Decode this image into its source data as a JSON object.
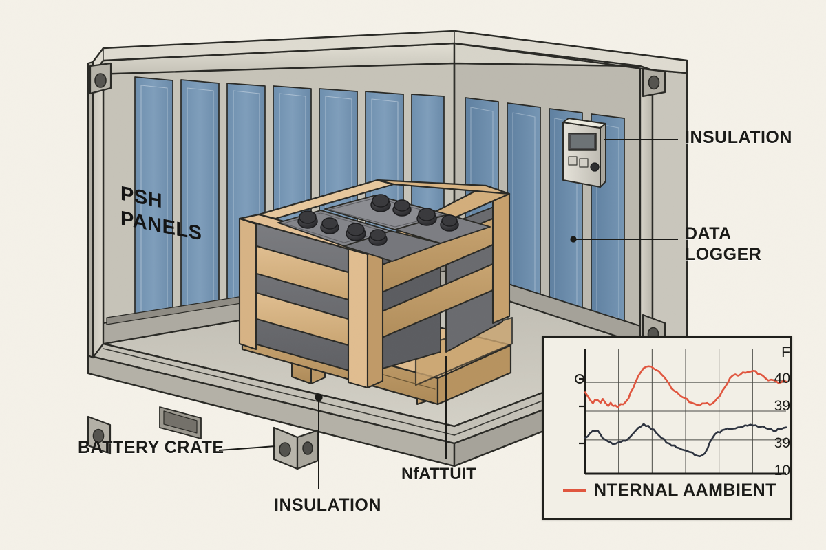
{
  "scene": {
    "background_color": "#f4f1e8",
    "title": "Insulated shipping container cutaway with battery crate"
  },
  "callouts": [
    {
      "id": "psh-panels",
      "text": "PSH\nPANELS",
      "position": "left-wall"
    },
    {
      "id": "insulation-right",
      "text": "INSULATION",
      "position": "right"
    },
    {
      "id": "data-logger",
      "text": "DATA\nLOGGER",
      "position": "right"
    },
    {
      "id": "battery-crate",
      "text": "BATTERY CRATE",
      "position": "bottom-left"
    },
    {
      "id": "insulation-bottom",
      "text": "INSULATION",
      "position": "bottom"
    },
    {
      "id": "niattuit",
      "text": "NfATTUIT",
      "position": "bottom-center"
    }
  ],
  "colors": {
    "paper": "#f4f1e8",
    "container_metal": "#cdcabf",
    "container_metal_dark": "#9d9a90",
    "insulation_panel": "#7596b5",
    "insulation_panel_dark": "#5d7e9e",
    "crate_wood": "#d8b482",
    "crate_wood_dark": "#b8935f",
    "battery_gray": "#6f7074",
    "terminal_dark": "#2c2c2e",
    "ink": "#1b1b18",
    "series_internal": "#e0563f",
    "series_ambient": "#2e3440"
  },
  "chart_data": {
    "type": "line",
    "title": "",
    "xlabel": "",
    "ylabel": "",
    "grid": true,
    "legend_position": "bottom",
    "y_ticks": [
      "F",
      "40",
      "39",
      "39",
      "10"
    ],
    "x_gridlines": 5,
    "series": [
      {
        "name": "NTERNAL",
        "color": "#e0563f",
        "values": [
          39.55,
          39.52,
          39.45,
          39.42,
          39.47,
          39.44,
          39.4,
          39.45,
          39.42,
          39.38,
          39.4,
          39.37,
          39.39,
          39.36,
          39.38,
          39.4,
          39.44,
          39.48,
          39.55,
          39.62,
          39.7,
          39.78,
          39.84,
          39.88,
          39.9,
          39.92,
          39.9,
          39.88,
          39.86,
          39.83,
          39.8,
          39.76,
          39.71,
          39.66,
          39.62,
          39.58,
          39.55,
          39.52,
          39.5,
          39.47,
          39.45,
          39.43,
          39.41,
          39.4,
          39.38,
          39.37,
          39.39,
          39.41,
          39.4,
          39.38,
          39.4,
          39.43,
          39.47,
          39.52,
          39.58,
          39.64,
          39.7,
          39.74,
          39.78,
          39.8,
          39.79,
          39.81,
          39.83,
          39.82,
          39.84,
          39.85,
          39.84,
          39.83,
          39.81,
          39.79,
          39.77,
          39.75,
          39.73,
          39.72,
          39.71,
          39.7,
          39.69,
          39.7,
          39.71,
          39.7
        ]
      },
      {
        "name": "AAMBIENT",
        "color": "#2e3440",
        "values": [
          38.95,
          38.97,
          39.0,
          39.02,
          39.04,
          39.02,
          38.98,
          38.94,
          38.9,
          38.88,
          38.87,
          38.86,
          38.86,
          38.87,
          38.88,
          38.89,
          38.9,
          38.92,
          38.95,
          38.99,
          39.03,
          39.06,
          39.09,
          39.11,
          39.08,
          39.1,
          39.07,
          39.04,
          39.0,
          38.97,
          38.94,
          38.91,
          38.88,
          38.86,
          38.84,
          38.82,
          38.8,
          38.79,
          38.78,
          38.77,
          38.76,
          38.75,
          38.74,
          38.72,
          38.7,
          38.68,
          38.7,
          38.74,
          38.8,
          38.86,
          38.92,
          38.97,
          39.0,
          39.02,
          39.04,
          39.05,
          39.06,
          39.05,
          39.07,
          39.06,
          39.08,
          39.07,
          39.09,
          39.1,
          39.09,
          39.11,
          39.12,
          39.11,
          39.1,
          39.09,
          39.08,
          39.07,
          39.06,
          39.05,
          39.04,
          39.04,
          39.05,
          39.06,
          39.07,
          39.07
        ]
      }
    ],
    "ylim": [
      38.45,
      40.15
    ],
    "legend": [
      {
        "label": "NTERNAL",
        "color": "#e0563f"
      },
      {
        "label": "AAMBIENT",
        "color": "#2e3440"
      }
    ]
  }
}
